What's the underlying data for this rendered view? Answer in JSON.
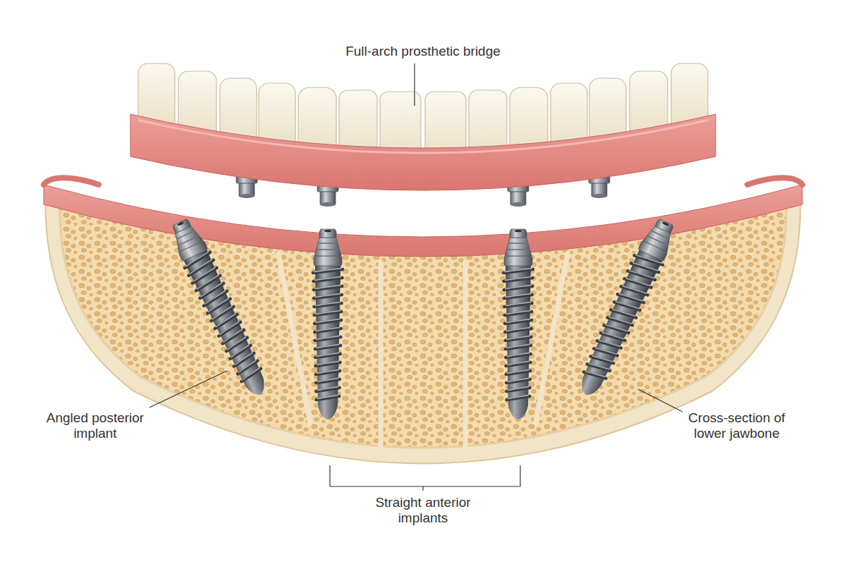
{
  "diagram": {
    "labels": [
      "Full-arch prosthetic bridge",
      "Angled posterior implant",
      "Cross-section of lower jawbone",
      "Straight anterior implants"
    ]
  }
}
